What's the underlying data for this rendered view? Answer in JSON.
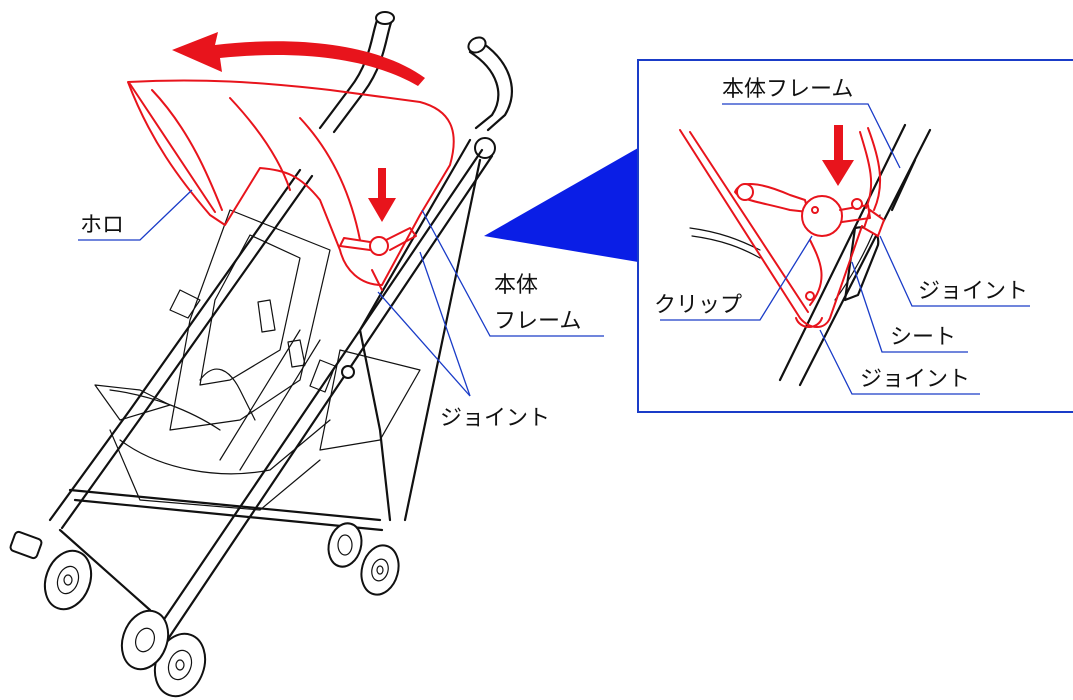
{
  "labels": {
    "canopy": "ホロ",
    "frame_main_line1": "本体",
    "frame_main_line2": "フレーム",
    "joint_main": "ジョイント",
    "frame_detail": "本体フレーム",
    "clip": "クリップ",
    "joint_detail_upper": "ジョイント",
    "seat": "シート",
    "joint_detail_lower": "ジョイント"
  },
  "colors": {
    "highlight": "#e8141c",
    "leader": "#1a3cc8",
    "detail_border": "#1a3cc8",
    "zoom_wedge": "#0a1ee6"
  },
  "icons": {
    "fold_arrow": "curved-arrow-left-icon",
    "push_arrow_main": "arrow-down-icon",
    "push_arrow_detail": "arrow-down-icon"
  }
}
